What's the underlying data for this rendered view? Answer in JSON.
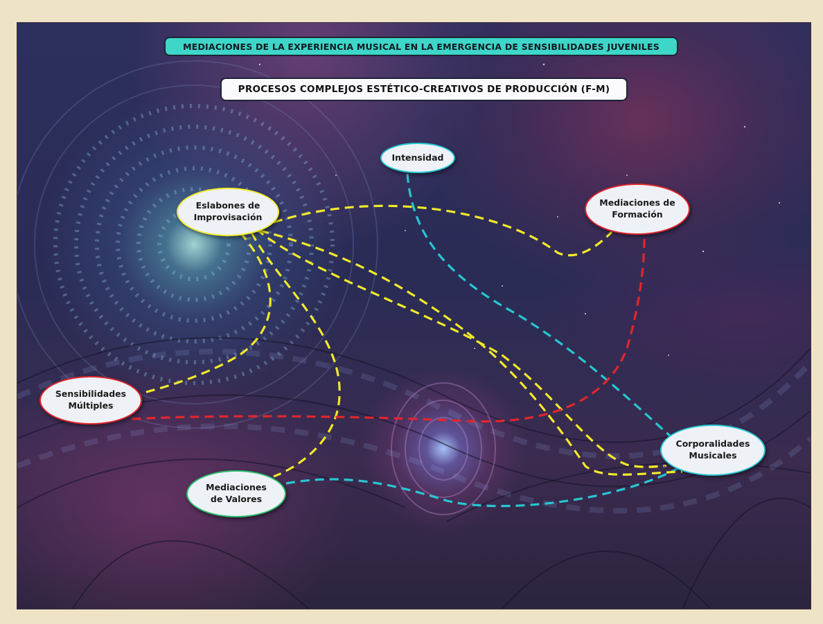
{
  "title": "MEDIACIONES DE LA EXPERIENCIA MUSICAL EN LA EMERGENCIA DE SENSIBILIDADES JUVENILES",
  "subtitle": "PROCESOS COMPLEJOS ESTÉTICO-CREATIVOS DE PRODUCCIÓN (F-M)",
  "nodes": {
    "intensidad": "Intensidad",
    "eslabones": "Eslabones de\nImprovisación",
    "mediaciones_formacion": "Mediaciones de\nFormación",
    "sensibilidades": "Sensibilidades\nMúltiples",
    "corporalidades": "Corporalidades\nMusicales",
    "mediaciones_valores": "Mediaciones\nde Valores"
  },
  "colors": {
    "cyan": "#27c7d2",
    "yellow": "#f2ea2a",
    "red": "#e1262d",
    "title_bg": "#3ed6c9"
  }
}
